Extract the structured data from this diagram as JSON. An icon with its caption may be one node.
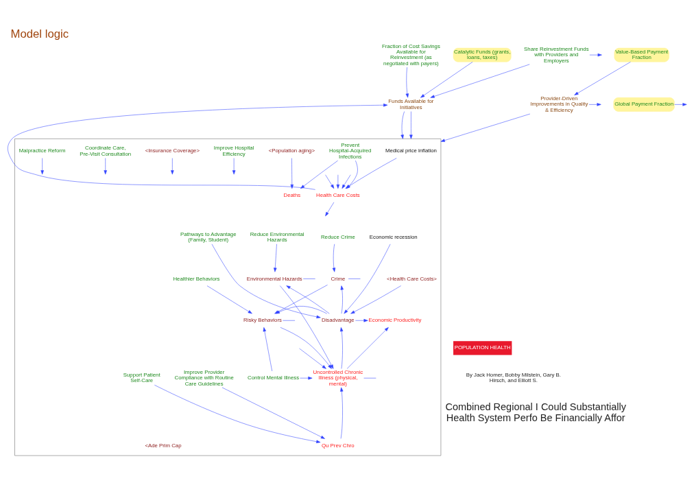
{
  "diagram": {
    "title": "Model logic",
    "nodes": [
      {
        "text": [
          "Fraction of Cost Savings Available for Reinvestment (as negotiated with payers)"
        ]
      },
      {
        "text": [
          "Catalytic Funds (grants, loans, taxes)"
        ]
      },
      {
        "text": [
          "Funds Available for Initiatives"
        ]
      },
      {
        "text": [
          "Provider-Driven Improvements in Quality & Efficiency"
        ]
      },
      {
        "text": [
          "Value-Based Payment Fraction"
        ]
      },
      {
        "text": [
          "Share Reinvestment Funds with Providers and Employers"
        ]
      },
      {
        "text": [
          "Global Payment Fraction"
        ]
      },
      {
        "text": [],
        "shape": "box"
      },
      {
        "text": [
          "Medical price inflation"
        ],
        "in": 7
      },
      {
        "text": [
          "Improve Hospital Efficiency"
        ],
        "in": 7
      },
      {
        "text": [
          "Prevent Hospital-Acquired Infections"
        ],
        "in": 7
      },
      {
        "text": [
          "Health Care Costs"
        ],
        "in": 7
      },
      {
        "text": [
          "<Population aging>"
        ],
        "in": 7
      },
      {
        "text": [
          "Deaths"
        ],
        "in": 7
      },
      {
        "text": [
          "<Insurance Coverage>"
        ],
        "in": 7
      },
      {
        "text": [
          "Coordinate Care, Pre-Visit Consultation"
        ],
        "in": 7
      },
      {
        "text": [
          "Malpractice Reform"
        ],
        "in": 7
      },
      {
        "text": [
          "Reduce Crime"
        ],
        "in": 7
      },
      {
        "text": [
          "Reduce Environmental Hazards"
        ],
        "in": 7
      },
      {
        "text": [
          "Crime"
        ],
        "in": 7
      },
      {
        "text": [
          "Environmental Hazards"
        ],
        "in": 7
      },
      {
        "text": [
          "Economic recession"
        ],
        "in": 7
      },
      {
        "text": [
          "Disadvantage"
        ],
        "in": 7
      },
      {
        "text": [
          "Economic Productivity"
        ],
        "in": 7
      },
      {
        "text": [
          "Uncontrolled Chronic Illness (physical, mental)"
        ],
        "in": 7
      },
      {
        "text": [
          "Risky Behaviors"
        ],
        "in": 7
      },
      {
        "text": [
          "Pathways to Advantage (Family, Student)"
        ],
        "in": 7
      },
      {
        "text": [
          "Healthier Behaviors"
        ],
        "in": 7
      },
      {
        "text": [
          "<Health Care Costs>"
        ],
        "in": 7
      },
      {
        "text": [
          "Control Mental Illness"
        ],
        "in": 7
      },
      {
        "text": [
          "Qu Prev Chro"
        ],
        "in": 7
      },
      {
        "text": [
          "Support Patient Self-Care"
        ],
        "in": 7
      },
      {
        "text": [
          "Improve Provider Compliance with Routine Care Guidelines"
        ],
        "in": 7
      },
      {
        "text": [
          "<Ade Prim Cap"
        ],
        "in": 7
      }
    ],
    "edges": [
      {
        "from": 0,
        "to": 2,
        "arrow": "to"
      },
      {
        "from": 1,
        "to": 2,
        "arrow": "to"
      },
      {
        "from": 5,
        "to": 2,
        "arrow": "to"
      },
      {
        "from": 2,
        "to": 7,
        "arrow": "to"
      },
      {
        "from": 2,
        "to": 7,
        "arrow": "to"
      },
      {
        "from": 3,
        "to": 7,
        "arrow": "to"
      },
      {
        "from": 11,
        "to": 2,
        "arrow": "to"
      },
      {
        "from": 4,
        "to": 3,
        "arrow": "to"
      },
      {
        "from": 3,
        "to": null,
        "arrow": "to"
      },
      {
        "from": 6,
        "to": null,
        "arrow": "to"
      },
      {
        "from": 5,
        "to": null,
        "arrow": "to"
      },
      {
        "from": 8,
        "to": 11,
        "arrow": "to"
      },
      {
        "from": 10,
        "to": 11,
        "arrow": "to"
      },
      {
        "from": 10,
        "to": 13,
        "arrow": "to"
      },
      {
        "from": 12,
        "to": 13,
        "arrow": "to"
      },
      {
        "from": 9,
        "to": null,
        "arrow": "to"
      },
      {
        "from": null,
        "to": 11,
        "arrow": "to"
      },
      {
        "from": null,
        "to": 11,
        "arrow": "to"
      },
      {
        "from": 11,
        "to": null,
        "arrow": "to"
      },
      {
        "from": null,
        "to": 11,
        "arrow": "to"
      },
      {
        "from": 14,
        "to": null,
        "arrow": "to"
      },
      {
        "from": 15,
        "to": null,
        "arrow": "to"
      },
      {
        "from": 16,
        "to": null,
        "arrow": "to"
      },
      {
        "from": 17,
        "to": 19,
        "arrow": "to"
      },
      {
        "from": 18,
        "to": 20,
        "arrow": "to"
      },
      {
        "from": 19,
        "to": 25,
        "arrow": "to"
      },
      {
        "from": 19,
        "to": null,
        "arrow": "none"
      },
      {
        "from": 20,
        "to": null,
        "arrow": "none"
      },
      {
        "from": 20,
        "to": 24,
        "arrow": "to"
      },
      {
        "from": 21,
        "to": 22,
        "arrow": "to"
      },
      {
        "from": 22,
        "to": 19,
        "arrow": "to"
      },
      {
        "from": 22,
        "to": 20,
        "arrow": "to"
      },
      {
        "from": 22,
        "to": 23,
        "arrow": "to"
      },
      {
        "from": 22,
        "to": 25,
        "arrow": "to"
      },
      {
        "from": 24,
        "to": 23,
        "arrow": "to"
      },
      {
        "from": 25,
        "to": 24,
        "arrow": "to"
      },
      {
        "from": 25,
        "to": null,
        "arrow": "none"
      },
      {
        "from": 26,
        "to": 22,
        "arrow": "to"
      },
      {
        "from": 28,
        "to": 22,
        "arrow": "to"
      },
      {
        "from": 24,
        "to": 22,
        "arrow": "to"
      },
      {
        "from": 27,
        "to": 25,
        "arrow": "to"
      },
      {
        "from": 29,
        "to": 25,
        "arrow": "to"
      },
      {
        "from": 29,
        "to": 24,
        "arrow": "to"
      },
      {
        "from": 30,
        "to": 24,
        "arrow": "to"
      },
      {
        "from": null,
        "to": 24,
        "arrow": "to"
      },
      {
        "from": 24,
        "to": null,
        "arrow": "none"
      },
      {
        "from": 31,
        "to": 30,
        "arrow": "to"
      },
      {
        "from": 32,
        "to": 30,
        "arrow": "to"
      }
    ],
    "labels": [
      "POPULATION HEALTH",
      "By Jack Homer, Bobby Milstein, Gary B. Hirsch, and Elliott S.",
      "Combined Regional I Could Substantially Health System Perfo Be Financially Affor"
    ]
  }
}
